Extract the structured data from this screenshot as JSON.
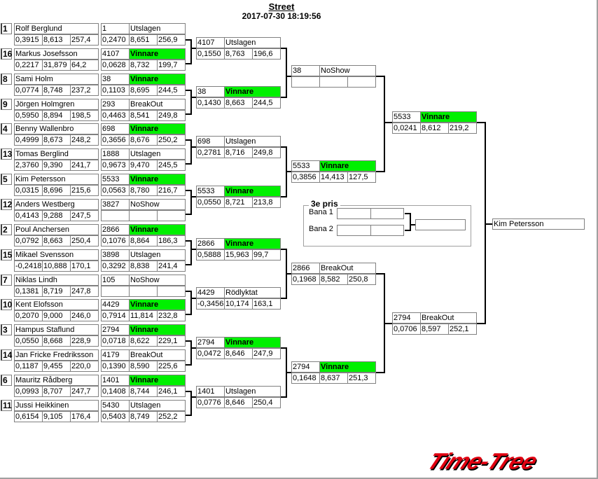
{
  "header": {
    "title": "Street",
    "datetime": "2017-07-30 18:19:56"
  },
  "round1": [
    {
      "seed": "1",
      "name": "Rolf Berglund",
      "r": "0,3915",
      "et": "8,613",
      "speed": "257,4",
      "res": {
        "id": "1",
        "status": "Utslagen",
        "r": "0,2470",
        "et": "8,651",
        "speed": "256,9"
      }
    },
    {
      "seed": "16",
      "name": "Markus Josefsson",
      "r": "0,2217",
      "et": "31,879",
      "speed": "64,2",
      "res": {
        "id": "4107",
        "status": "Vinnare",
        "r": "0,0628",
        "et": "8,732",
        "speed": "199,7"
      }
    },
    {
      "seed": "8",
      "name": "Sami Holm",
      "r": "0,0774",
      "et": "8,748",
      "speed": "237,2",
      "res": {
        "id": "38",
        "status": "Vinnare",
        "r": "0,1103",
        "et": "8,695",
        "speed": "244,5"
      }
    },
    {
      "seed": "9",
      "name": "Jörgen Holmgren",
      "r": "0,5950",
      "et": "8,894",
      "speed": "198,5",
      "res": {
        "id": "293",
        "status": "BreakOut",
        "r": "0,4463",
        "et": "8,541",
        "speed": "249,8"
      }
    },
    {
      "seed": "4",
      "name": "Benny Wallenbro",
      "r": "0,4999",
      "et": "8,673",
      "speed": "248,2",
      "res": {
        "id": "698",
        "status": "Vinnare",
        "r": "0,3656",
        "et": "8,676",
        "speed": "250,2"
      }
    },
    {
      "seed": "13",
      "name": "Tomas Berglind",
      "r": "2,3760",
      "et": "9,390",
      "speed": "241,7",
      "res": {
        "id": "1888",
        "status": "Utslagen",
        "r": "0,9673",
        "et": "9,470",
        "speed": "245,5"
      }
    },
    {
      "seed": "5",
      "name": "Kim Petersson",
      "r": "0,0315",
      "et": "8,696",
      "speed": "215,6",
      "res": {
        "id": "5533",
        "status": "Vinnare",
        "r": "0,0563",
        "et": "8,780",
        "speed": "216,7"
      }
    },
    {
      "seed": "12",
      "name": "Anders Westberg",
      "r": "0,4143",
      "et": "9,288",
      "speed": "247,5",
      "res": {
        "id": "3827",
        "status": "NoShow",
        "r": "",
        "et": "",
        "speed": ""
      }
    },
    {
      "seed": "2",
      "name": "Poul Anchersen",
      "r": "0,0792",
      "et": "8,663",
      "speed": "250,4",
      "res": {
        "id": "2866",
        "status": "Vinnare",
        "r": "0,1076",
        "et": "8,864",
        "speed": "186,3"
      }
    },
    {
      "seed": "15",
      "name": "Mikael  Svensson",
      "r": "-0,2418",
      "et": "10,888",
      "speed": "170,1",
      "res": {
        "id": "3898",
        "status": "Utslagen",
        "r": "0,3292",
        "et": "8,838",
        "speed": "241,4"
      }
    },
    {
      "seed": "7",
      "name": "Niklas Lindh",
      "r": "0,1381",
      "et": "8,719",
      "speed": "247,8",
      "res": {
        "id": "105",
        "status": "NoShow",
        "r": "",
        "et": "",
        "speed": ""
      }
    },
    {
      "seed": "10",
      "name": "Kent Elofsson",
      "r": "0,2070",
      "et": "9,000",
      "speed": "246,0",
      "res": {
        "id": "4429",
        "status": "Vinnare",
        "r": "0,7914",
        "et": "11,814",
        "speed": "232,8"
      }
    },
    {
      "seed": "3",
      "name": "Hampus Staflund",
      "r": "0,0550",
      "et": "8,668",
      "speed": "228,9",
      "res": {
        "id": "2794",
        "status": "Vinnare",
        "r": "0,0718",
        "et": "8,622",
        "speed": "229,1"
      }
    },
    {
      "seed": "14",
      "name": "Jan Fricke Fredriksson",
      "r": "0,1187",
      "et": "9,455",
      "speed": "220,0",
      "res": {
        "id": "4179",
        "status": "BreakOut",
        "r": "0,1390",
        "et": "8,590",
        "speed": "225,6"
      }
    },
    {
      "seed": "6",
      "name": "Mauritz Rådberg",
      "r": "0,0993",
      "et": "8,707",
      "speed": "247,7",
      "res": {
        "id": "1401",
        "status": "Vinnare",
        "r": "0,1408",
        "et": "8,744",
        "speed": "246,1"
      }
    },
    {
      "seed": "11",
      "name": "Jussi Heikkinen",
      "r": "0,6154",
      "et": "9,105",
      "speed": "176,4",
      "res": {
        "id": "5430",
        "status": "Utslagen",
        "r": "0,5403",
        "et": "8,749",
        "speed": "252,2"
      }
    }
  ],
  "round2": [
    {
      "id": "4107",
      "status": "Utslagen",
      "r": "0,1550",
      "et": "8,763",
      "speed": "196,6"
    },
    {
      "id": "38",
      "status": "Vinnare",
      "r": "0,1430",
      "et": "8,663",
      "speed": "244,5"
    },
    {
      "id": "698",
      "status": "Utslagen",
      "r": "0,2781",
      "et": "8,716",
      "speed": "249,8"
    },
    {
      "id": "5533",
      "status": "Vinnare",
      "r": "0,0550",
      "et": "8,721",
      "speed": "213,8"
    },
    {
      "id": "2866",
      "status": "Vinnare",
      "r": "0,5888",
      "et": "15,963",
      "speed": "99,7"
    },
    {
      "id": "4429",
      "status": "Rödlyktat",
      "r": "-0,3456",
      "et": "10,174",
      "speed": "163,1"
    },
    {
      "id": "2794",
      "status": "Vinnare",
      "r": "0,0472",
      "et": "8,646",
      "speed": "247,9"
    },
    {
      "id": "1401",
      "status": "Utslagen",
      "r": "0,0776",
      "et": "8,646",
      "speed": "250,4"
    }
  ],
  "round3": [
    {
      "id": "38",
      "status": "NoShow",
      "r": "",
      "et": "",
      "speed": ""
    },
    {
      "id": "5533",
      "status": "Vinnare",
      "r": "0,3856",
      "et": "14,413",
      "speed": "127,5"
    },
    {
      "id": "2866",
      "status": "BreakOut",
      "r": "0,1968",
      "et": "8,582",
      "speed": "250,8"
    },
    {
      "id": "2794",
      "status": "Vinnare",
      "r": "0,1648",
      "et": "8,637",
      "speed": "251,3"
    }
  ],
  "round4": [
    {
      "id": "5533",
      "status": "Vinnare",
      "r": "0,0241",
      "et": "8,612",
      "speed": "219,2"
    },
    {
      "id": "2794",
      "status": "BreakOut",
      "r": "0,0706",
      "et": "8,597",
      "speed": "252,1"
    }
  ],
  "final": {
    "winner": "Kim Petersson"
  },
  "third_place": {
    "title": "3e pris",
    "lane1": "Bana 1",
    "lane2": "Bana 2"
  },
  "logo": {
    "text": "Time-Tree"
  },
  "colors": {
    "winner": "#00f000",
    "border": "#808080"
  }
}
